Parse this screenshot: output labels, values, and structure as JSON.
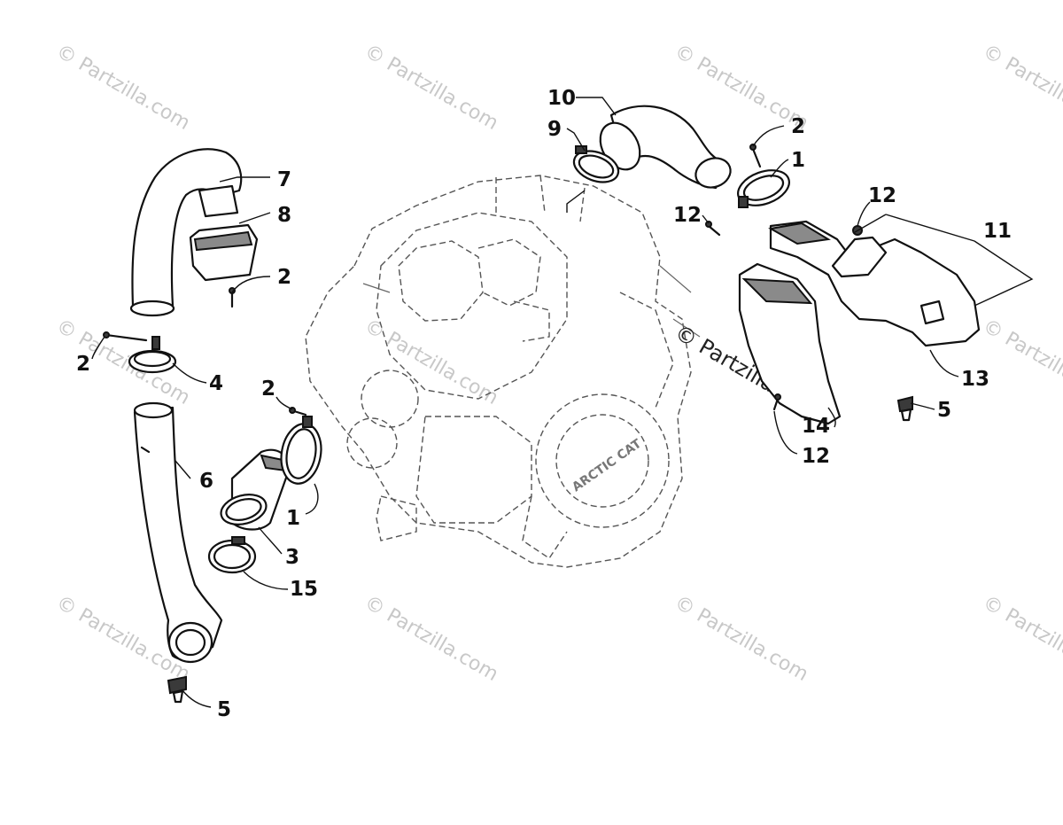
{
  "watermark": {
    "text": "© Partzilla.com"
  },
  "callouts": {
    "c1a": "1",
    "c1b": "1",
    "c2a": "2",
    "c2b": "2",
    "c2c": "2",
    "c2d": "2",
    "c3": "3",
    "c4": "4",
    "c5a": "5",
    "c5b": "5",
    "c6": "6",
    "c7": "7",
    "c8": "8",
    "c9": "9",
    "c10": "10",
    "c11": "11",
    "c12a": "12",
    "c12b": "12",
    "c12c": "12",
    "c13": "13",
    "c14": "14",
    "c15": "15"
  },
  "engine_logo": "ARCTIC CAT"
}
